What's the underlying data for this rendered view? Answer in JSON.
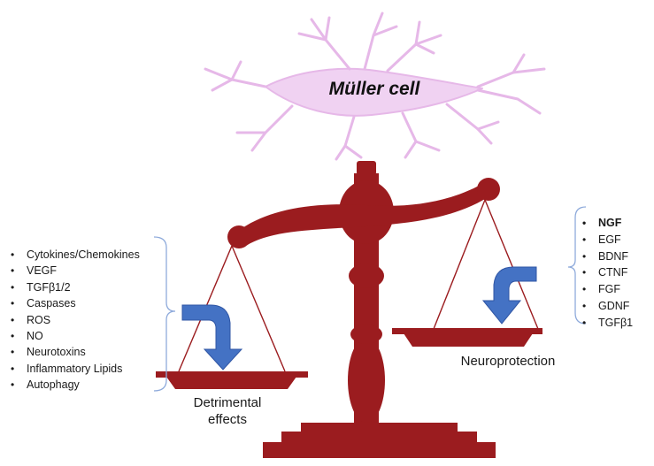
{
  "cell": {
    "label": "Müller cell"
  },
  "detrimental": {
    "label_line1": "Detrimental",
    "label_line2": "effects",
    "items": [
      "Cytokines/Chemokines",
      "VEGF",
      "TGFβ1/2",
      "Caspases",
      "ROS",
      "NO",
      "Neurotoxins",
      "Inflammatory Lipids",
      "Autophagy"
    ]
  },
  "neuroprotection": {
    "label": "Neuroprotection",
    "items": [
      "NGF",
      "EGF",
      "BDNF",
      "CTNF",
      "FGF",
      "GDNF",
      "TGFβ1"
    ]
  },
  "colors": {
    "scale": "#9b1c1f",
    "arrow": "#4472c4",
    "cell": "#e6b8e8",
    "bracket": "#8eaadb"
  }
}
